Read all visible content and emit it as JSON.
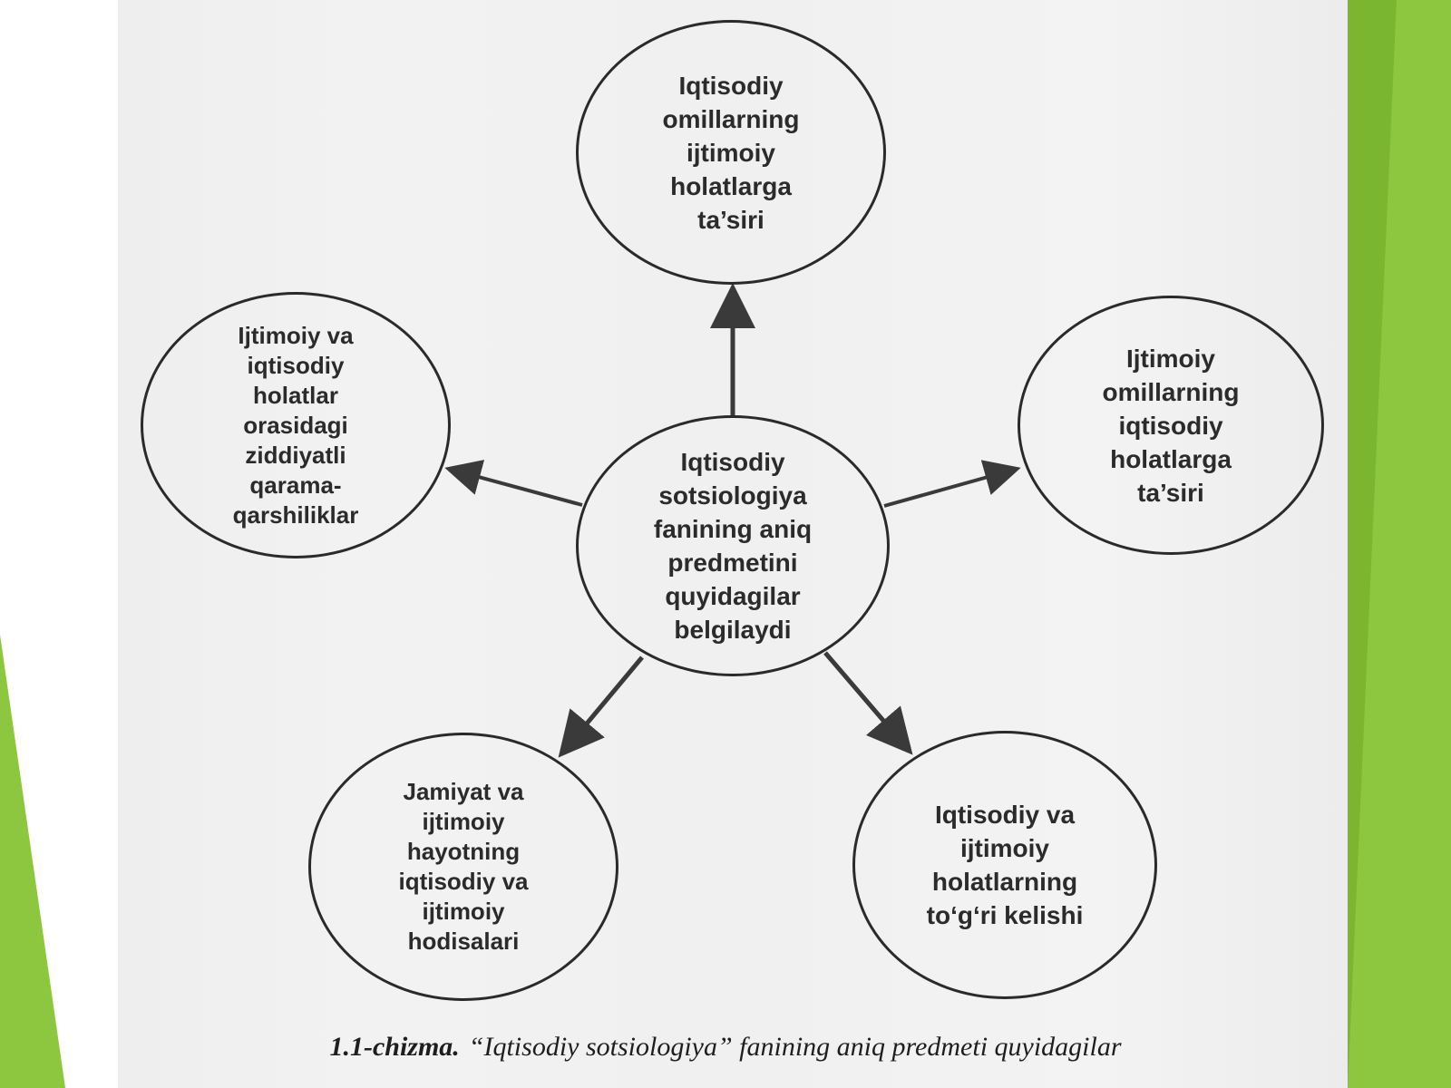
{
  "diagram": {
    "center": "Iqtisodiy\nsotsiologiya\nfanining aniq\npredmetini\nquyidagilar\nbelgilaydi",
    "nodes": {
      "top": "Iqtisodiy\nomillarning\nijtimoiy\nholatlarga\nta’siri",
      "right": "Ijtimoiy\nomillarning\niqtisodiy\nholatlarga\nta’siri",
      "bottom_right": "Iqtisodiy va\nijtimoiy\nholatlarning\nto‘g‘ri kelishi",
      "bottom_left": "Jamiyat va\nijtimoiy\nhayotning\niqtisodiy va\nijtimoiy\nhodisalari",
      "left": "Ijtimoiy va\niqtisodiy\nholatlar\norasidagi\nziddiyatli\nqarama-\nqarshiliklar"
    }
  },
  "caption": {
    "label": "1.1-chizma.",
    "text": "“Iqtisodiy sotsiologiya” fanining aniq predmeti quyidagilar"
  },
  "colors": {
    "accent_green": "#8dc63f",
    "line": "#2a2a2a",
    "paper": "#f0f0f0"
  }
}
